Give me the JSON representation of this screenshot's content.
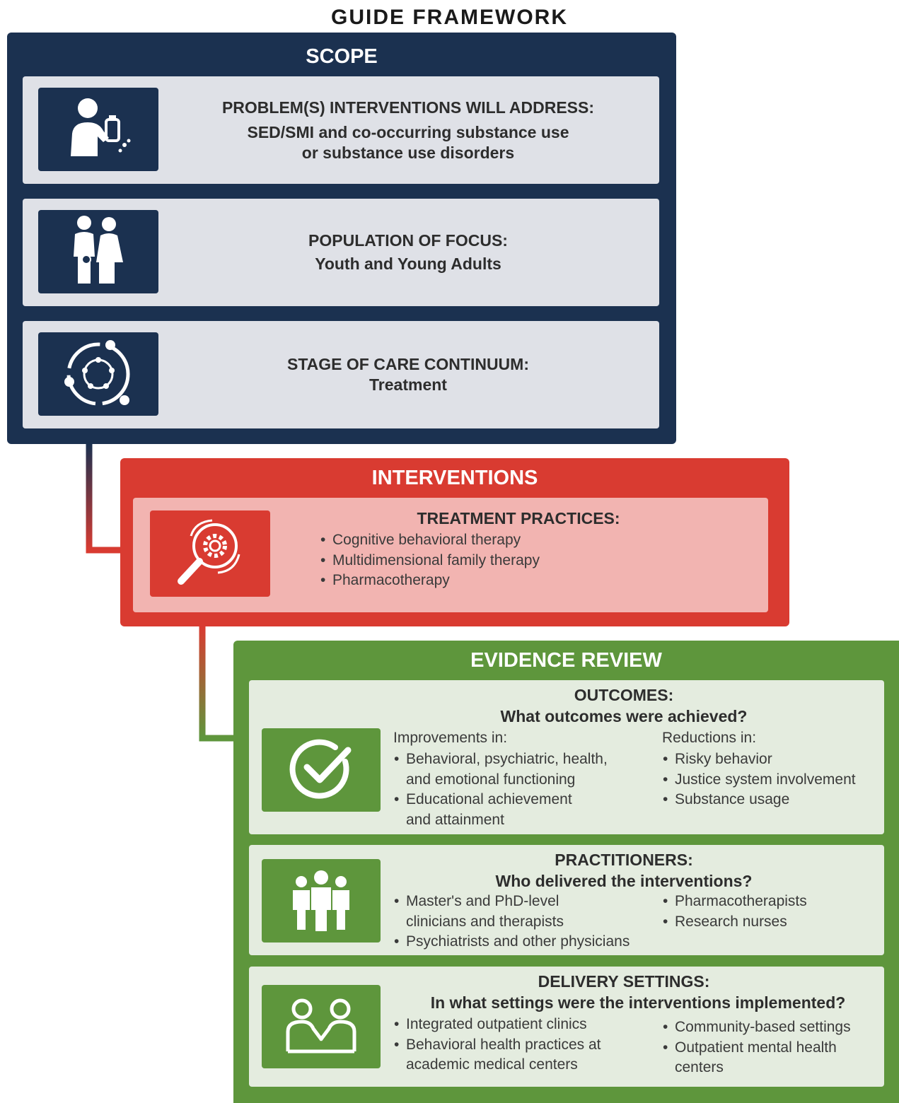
{
  "title": "GUIDE FRAMEWORK",
  "colors": {
    "scope": "#1b3150",
    "interventions": "#d93b31",
    "evidence": "#5e963c"
  },
  "scope": {
    "title": "SCOPE",
    "cards": [
      {
        "icon": "person-with-substance-icon",
        "heading": "PROBLEM(S) INTERVENTIONS WILL ADDRESS:",
        "line1": "SED/SMI and co-occurring substance use",
        "line2": "or substance use disorders"
      },
      {
        "icon": "family-icon",
        "heading": "POPULATION OF FOCUS:",
        "line1": "Youth and Young Adults"
      },
      {
        "icon": "care-cycle-icon",
        "heading": "STAGE OF CARE CONTINUUM:",
        "line1": "Treatment"
      }
    ]
  },
  "interventions": {
    "title": "INTERVENTIONS",
    "heading": "TREATMENT PRACTICES:",
    "icon": "magnifier-gear-icon",
    "items": [
      "Cognitive behavioral therapy",
      "Multidimensional family therapy",
      "Pharmacotherapy"
    ]
  },
  "evidence": {
    "title": "EVIDENCE REVIEW",
    "outcomes": {
      "icon": "checkmark-icon",
      "heading": "OUTCOMES:",
      "question": "What outcomes were achieved?",
      "improvements_label": "Improvements in:",
      "improvements": [
        [
          "Behavioral, psychiatric, health,",
          "and emotional functioning"
        ],
        [
          "Educational achievement",
          "and attainment"
        ]
      ],
      "reductions_label": "Reductions in:",
      "reductions": [
        "Risky behavior",
        "Justice system involvement",
        "Substance usage"
      ]
    },
    "practitioners": {
      "icon": "group-of-people-icon",
      "heading": "PRACTITIONERS:",
      "question": "Who delivered the interventions?",
      "left": [
        [
          "Master's and PhD-level",
          "clinicians and therapists"
        ],
        [
          "Psychiatrists and other physicians"
        ]
      ],
      "right": [
        "Pharmacotherapists",
        "Research nurses"
      ]
    },
    "settings": {
      "icon": "handshake-people-icon",
      "heading": "DELIVERY SETTINGS:",
      "question": "In what settings were the interventions implemented?",
      "left": [
        [
          "Integrated outpatient clinics"
        ],
        [
          "Behavioral health practices at",
          "academic medical centers"
        ]
      ],
      "right": [
        [
          "Community-based settings"
        ],
        [
          "Outpatient mental health",
          "centers"
        ]
      ]
    }
  }
}
